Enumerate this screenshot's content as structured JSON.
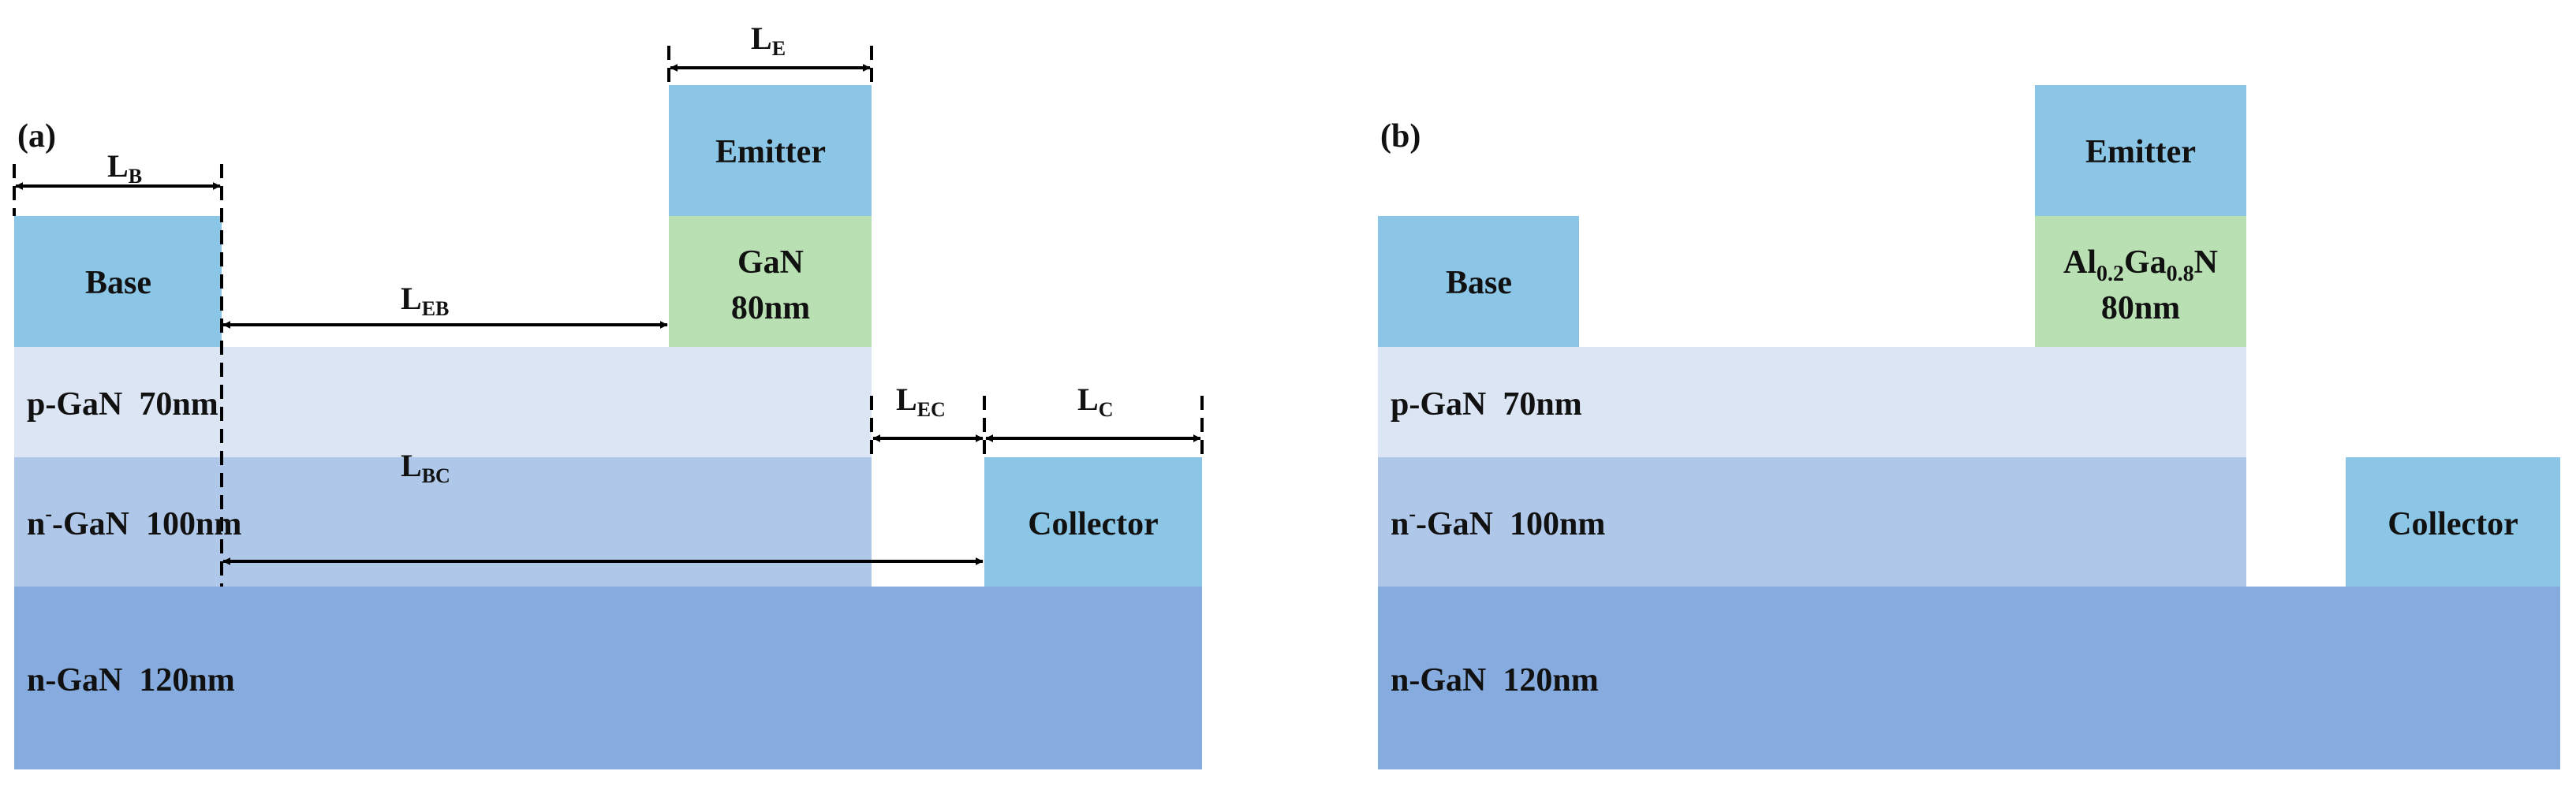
{
  "colors": {
    "contact": "#8CC6E7",
    "emitter_layer": "#B9E0B3",
    "p_gan": "#DBE5F4",
    "n_minus_gan": "#AFC7E9",
    "n_gan": "#86ABDE",
    "line": "#000000",
    "text": "#111111"
  },
  "panel_a": {
    "tag": "(a)",
    "base": "Base",
    "emitter": "Emitter",
    "emitter_layer_line1": "GaN",
    "emitter_layer_line2": "80nm",
    "p_layer": "p-GaN  70nm",
    "n_minus_main": "n",
    "n_minus_sup": "-",
    "n_minus_rest": "-GaN  100nm",
    "n_layer": "n-GaN  120nm",
    "collector": "Collector",
    "dims": {
      "lb_main": "L",
      "lb_sub": "B",
      "le_main": "L",
      "le_sub": "E",
      "leb_main": "L",
      "leb_sub": "EB",
      "lbc_main": "L",
      "lbc_sub": "BC",
      "lec_main": "L",
      "lec_sub": "EC",
      "lc_main": "L",
      "lc_sub": "C"
    }
  },
  "panel_b": {
    "tag": "(b)",
    "base": "Base",
    "emitter": "Emitter",
    "layer_al": "Al",
    "layer_al_sub": "0.2",
    "layer_ga": "Ga",
    "layer_ga_sub": "0.8",
    "layer_n": "N",
    "emitter_layer_line2": "80nm",
    "p_layer": "p-GaN  70nm",
    "n_minus_main": "n",
    "n_minus_sup": "-",
    "n_minus_rest": "-GaN  100nm",
    "n_layer": "n-GaN  120nm",
    "collector": "Collector"
  }
}
